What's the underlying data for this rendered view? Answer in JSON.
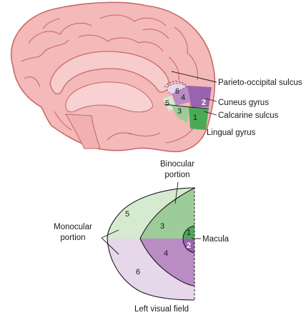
{
  "brain": {
    "labels": {
      "parieto_occipital": "Parieto-occipital sulcus",
      "cuneus": "Cuneus gyrus",
      "calcarine": "Calcarine sulcus",
      "lingual": "Lingual gyrus"
    },
    "region_numbers": [
      "1",
      "2",
      "3",
      "4",
      "5",
      "6"
    ]
  },
  "field": {
    "labels": {
      "binocular_line1": "Binocular",
      "binocular_line2": "portion",
      "monocular_line1": "Monocular",
      "monocular_line2": "portion",
      "macula": "Macula",
      "caption": "Left visual field"
    },
    "region_numbers": [
      "1",
      "2",
      "3",
      "4",
      "5",
      "6"
    ]
  },
  "colors": {
    "brain_fill": "#f4b9b9",
    "brain_stroke": "#c96a6a",
    "upper_green_light": "#d6ead0",
    "upper_green": "#9ccc98",
    "green_dark": "#4aaa55",
    "lower_purple_light": "#e6d7ea",
    "lower_purple": "#b98cc4",
    "purple_dark": "#9a63ad"
  }
}
